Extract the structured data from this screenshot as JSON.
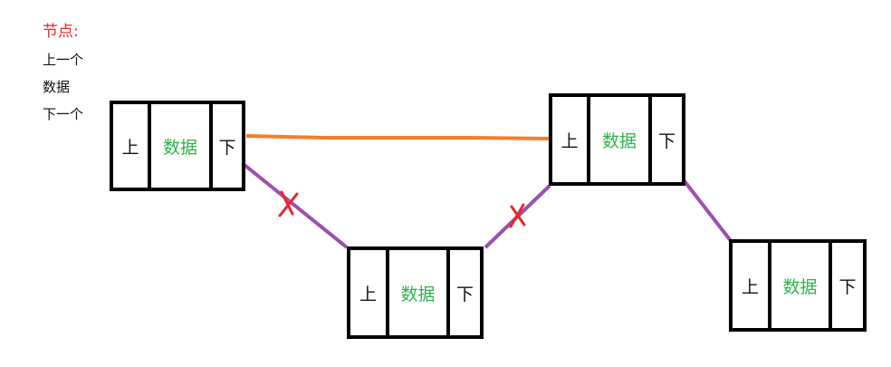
{
  "legend": {
    "title": "节点:",
    "lines": [
      "上一个",
      "数据",
      "下一个"
    ]
  },
  "node_labels": {
    "prev": "上",
    "data": "数据",
    "next": "下"
  },
  "colors": {
    "new_link": "#f07f2a",
    "old_link": "#9b4fb0",
    "cross": "#e8262a",
    "data_text": "#2db34a",
    "legend_title": "#e8262a"
  }
}
